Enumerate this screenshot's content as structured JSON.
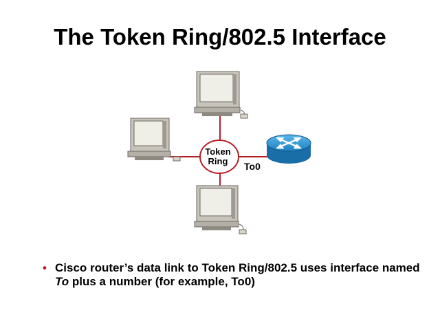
{
  "slide": {
    "title": "The Token Ring/802.5 Interface"
  },
  "diagram": {
    "ring_label_line1": "Token",
    "ring_label_line2": "Ring",
    "interface_label": "To0",
    "link_color": "#b41f24",
    "router_color": "#1f8fd2",
    "hosts": [
      {
        "name": "top-workstation"
      },
      {
        "name": "left-workstation"
      },
      {
        "name": "bottom-workstation"
      }
    ]
  },
  "bullets": [
    {
      "segments": [
        {
          "text": "Cisco router’s data link to Token Ring/802.5 uses interface named ",
          "italic": false
        },
        {
          "text": "To",
          "italic": true
        },
        {
          "text": " plus a number (for example, To0)",
          "italic": false
        }
      ]
    }
  ]
}
